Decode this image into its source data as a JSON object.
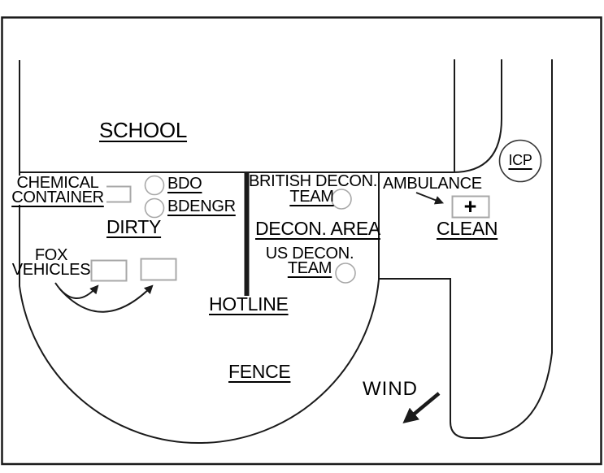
{
  "colors": {
    "background": "#ffffff",
    "line": "#1a1a1a",
    "equipment_outline": "#a8a8a8",
    "text": "#000000"
  },
  "zones": {
    "school": "SCHOOL",
    "dirty": "DIRTY",
    "decon_area": "DECON. AREA",
    "clean": "CLEAN"
  },
  "features": {
    "hotline": "HOTLINE",
    "fence": "FENCE",
    "wind": "WIND",
    "icp": "ICP"
  },
  "units": {
    "chemical_container": [
      "CHEMICAL",
      "CONTAINER"
    ],
    "bdo": "BDO",
    "bdengr": "BDENGR",
    "fox_vehicles": [
      "FOX",
      "VEHICLES"
    ],
    "british_decon_team": [
      "BRITISH DECON.",
      "TEAM"
    ],
    "us_decon_team": [
      "US DECON.",
      "TEAM"
    ],
    "ambulance": "AMBULANCE",
    "ambulance_cross": "+"
  }
}
